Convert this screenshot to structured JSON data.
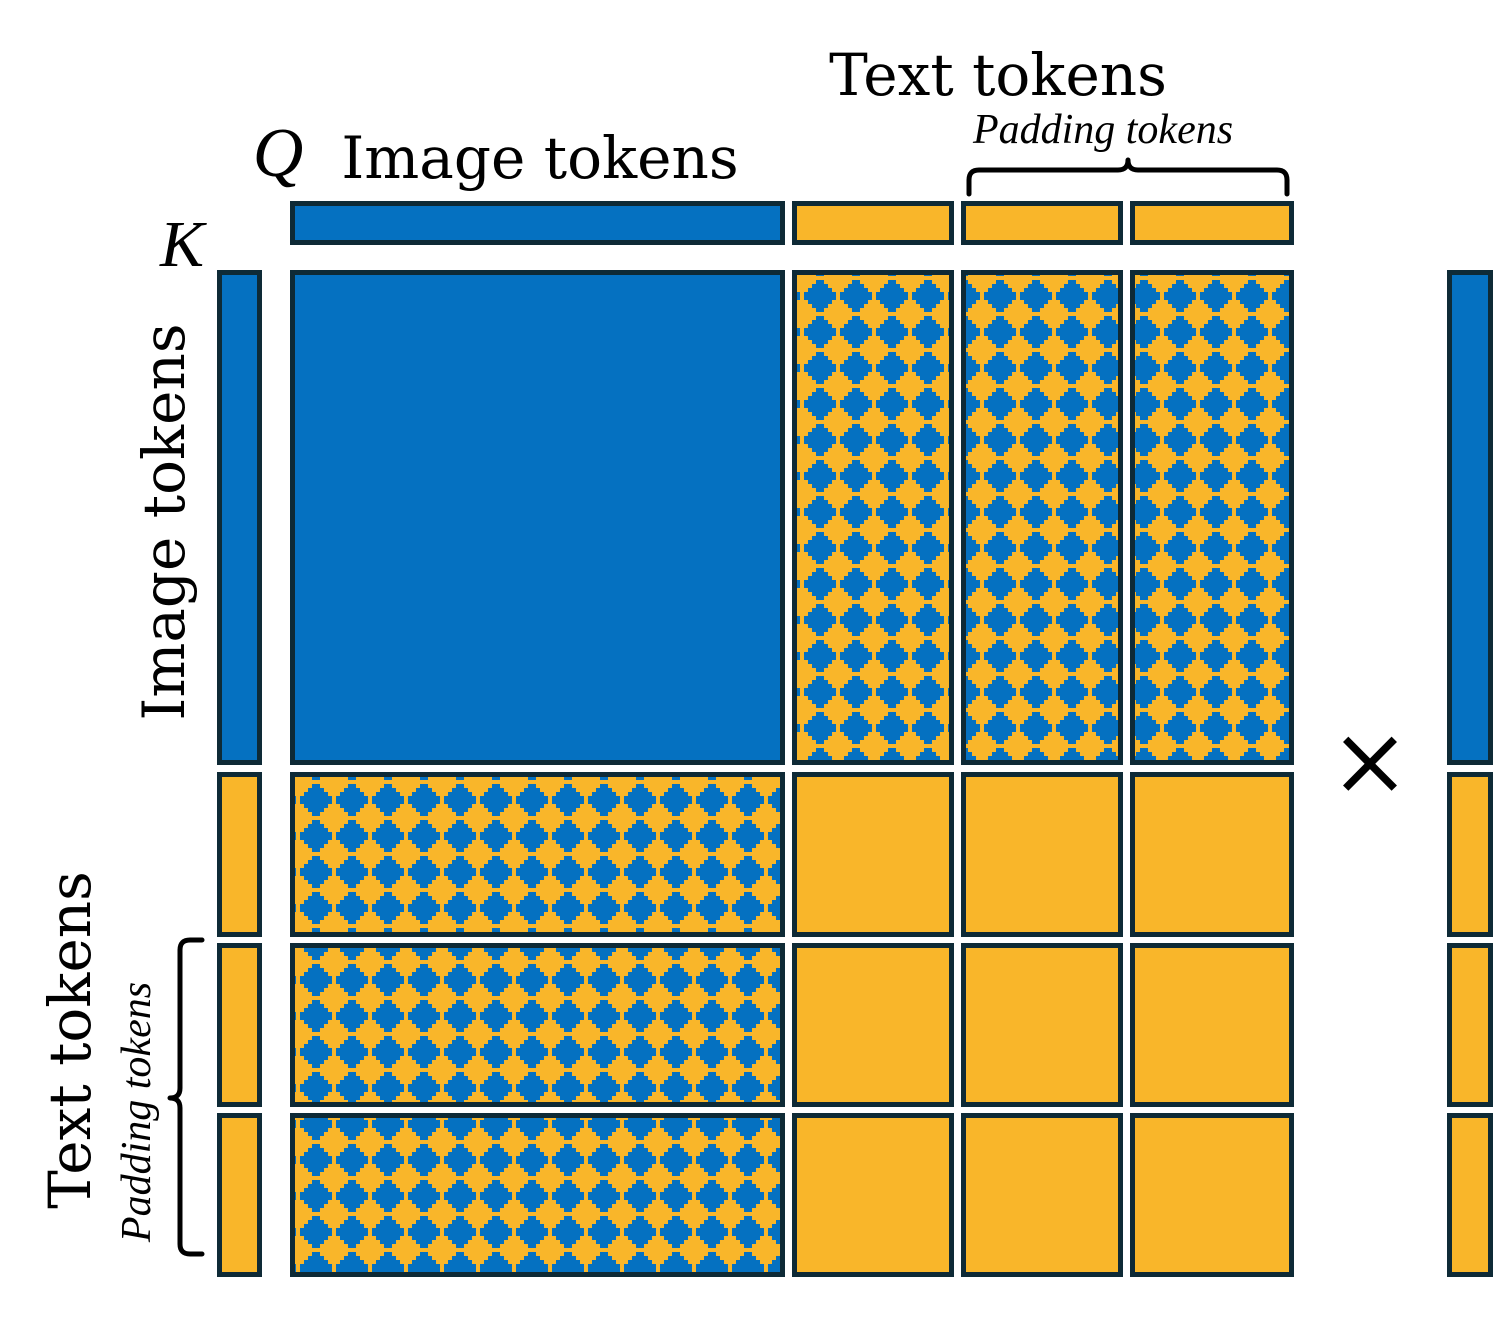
{
  "labels": {
    "q": "Q",
    "k": "K",
    "top_image_tokens": "Image tokens",
    "top_text_tokens": "Text tokens",
    "top_padding_tokens": "Padding tokens",
    "left_image_tokens": "Image tokens",
    "left_text_tokens": "Text tokens",
    "left_padding_tokens": "Padding tokens",
    "times": "×"
  },
  "colors": {
    "image": "#0571C1",
    "text": "#F9B62A",
    "border": "#0E2A36",
    "background": "#FFFFFF"
  },
  "query_tokens": [
    "image",
    "text",
    "padding",
    "padding"
  ],
  "key_tokens": [
    "image",
    "text",
    "padding",
    "padding"
  ],
  "matrix": [
    [
      "image",
      "patterned",
      "patterned",
      "patterned"
    ],
    [
      "patterned",
      "text",
      "text",
      "text"
    ],
    [
      "patterned",
      "text",
      "text",
      "text"
    ],
    [
      "patterned",
      "text",
      "text",
      "text"
    ]
  ],
  "value_tokens": [
    "image",
    "text",
    "padding",
    "padding"
  ]
}
